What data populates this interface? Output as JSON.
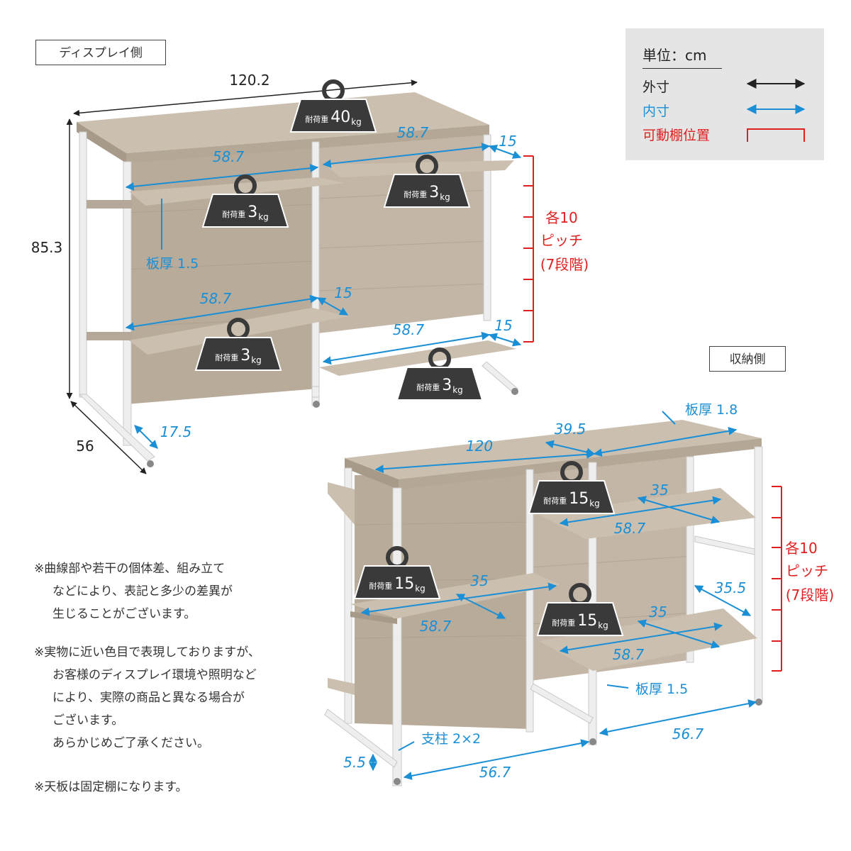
{
  "labels": {
    "display_side": "ディスプレイ側",
    "storage_side": "収納側"
  },
  "legend": {
    "unit": "単位：cm",
    "outer": "外寸",
    "inner": "内寸",
    "adjustable": "可動棚位置",
    "colors": {
      "outer": "#222222",
      "inner": "#1a8fd6",
      "adjustable": "#e02020"
    }
  },
  "display_side": {
    "width": "120.2",
    "height": "85.3",
    "depth": "56",
    "bottom_offset": "17.5",
    "top_load": "40",
    "shelf_upper_left": "58.7",
    "shelf_top_right": "58.7",
    "shelf_top_right_depth": "15",
    "shelf_mid_left": "58.7",
    "shelf_mid_depth": "15",
    "shelf_low_right": "58.7",
    "shelf_low_right_depth": "15",
    "board_thickness": "板厚 1.5",
    "shelf_load": "3",
    "pitch": [
      "各10",
      "ピッチ",
      "(7段階)"
    ]
  },
  "storage_side": {
    "width": "120",
    "inner_depth": "39.5",
    "top_thickness": "板厚 1.8",
    "upper_shelf_depth": "35",
    "upper_shelf_width": "58.7",
    "left_shelf_depth": "35",
    "left_shelf_width": "58.7",
    "right_shelf_depth": "35",
    "right_shelf_width": "58.7",
    "inner_height": "35.5",
    "board_thickness": "板厚 1.5",
    "post": "支柱 2×2",
    "floor_clearance": "5.5",
    "base_left": "56.7",
    "base_right": "56.7",
    "shelf_load": "15",
    "pitch": [
      "各10",
      "ピッチ",
      "(7段階)"
    ]
  },
  "weight": {
    "prefix": "耐荷重",
    "unit": "kg"
  },
  "notes": [
    [
      "※曲線部や若干の個体差、組み立て",
      "などにより、表記と多少の差異が",
      "生じることがございます。"
    ],
    [
      "※実物に近い色目で表現しておりますが、",
      "お客様のディスプレイ環境や照明など",
      "により、実際の商品と異なる場合が",
      "ございます。",
      "あらかじめご了承ください。"
    ],
    [
      "※天板は固定棚になります。"
    ]
  ]
}
